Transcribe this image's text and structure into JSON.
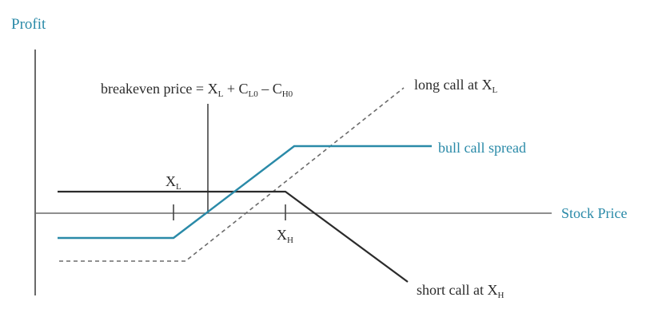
{
  "colors": {
    "background": "#ffffff",
    "axis": "#6a6a6a",
    "teal": "#2a8aa8",
    "dark": "#2b2b2b",
    "dashed": "#6b6b6b"
  },
  "labels": {
    "y_axis": "Profit",
    "x_axis": "Stock Price",
    "breakeven": {
      "prefix": "breakeven price = X",
      "sub1": "L",
      "plus": " + C",
      "sub2": "L0",
      "minus": " – C",
      "sub3": "H0"
    },
    "long_call": {
      "text": "long call at X",
      "sub": "L"
    },
    "bull_spread": "bull call spread",
    "short_call": {
      "text": "short call at X",
      "sub": "H"
    },
    "xl": {
      "text": "X",
      "sub": "L"
    },
    "xh": {
      "text": "X",
      "sub": "H"
    }
  }
}
